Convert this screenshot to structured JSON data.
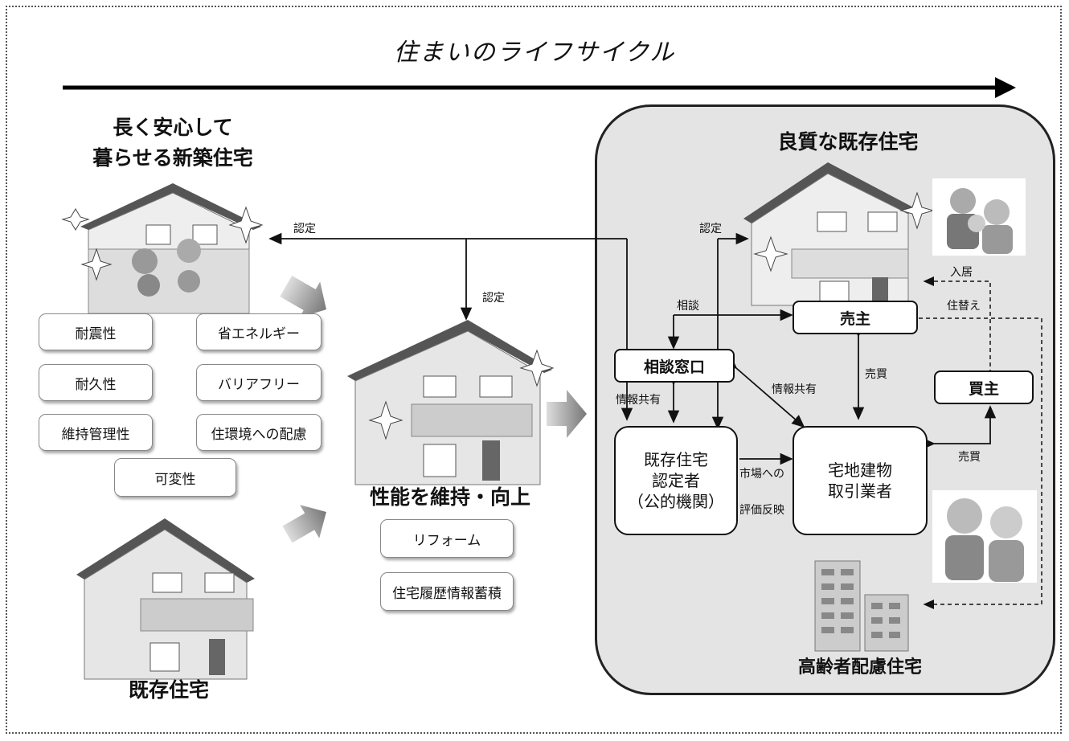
{
  "title": "住まいのライフサイクル",
  "new_house": {
    "title_line1": "長く安心して",
    "title_line2": "暮らせる新築住宅",
    "features": [
      "耐震性",
      "省エネルギー",
      "耐久性",
      "バリアフリー",
      "維持管理性",
      "住環境への配慮",
      "可変性"
    ]
  },
  "existing_house": {
    "title": "既存住宅"
  },
  "maintain": {
    "title": "性能を維持・向上",
    "items": [
      "リフォーム",
      "住宅履歴情報蓄積"
    ]
  },
  "quality_existing": {
    "title": "良質な既存住宅",
    "seller": "売主",
    "buyer": "買主",
    "consult": "相談窓口",
    "certifier_line1": "既存住宅",
    "certifier_line2": "認定者",
    "certifier_line3": "（公的機関）",
    "broker_line1": "宅地建物",
    "broker_line2": "取引業者",
    "elderly_housing": "高齢者配慮住宅"
  },
  "labels": {
    "nintei_left": "認定",
    "nintei_mid": "認定",
    "nintei_right": "認定",
    "soudan": "相談",
    "jouhou_kyouyu_left": "情報共有",
    "jouhou_kyouyu_right": "情報共有",
    "baibai_top": "売買",
    "baibai_right": "売買",
    "shijou_line1": "市場への",
    "shijou_line2": "評価反映",
    "nyukyo": "入居",
    "sumikae": "住替え"
  }
}
